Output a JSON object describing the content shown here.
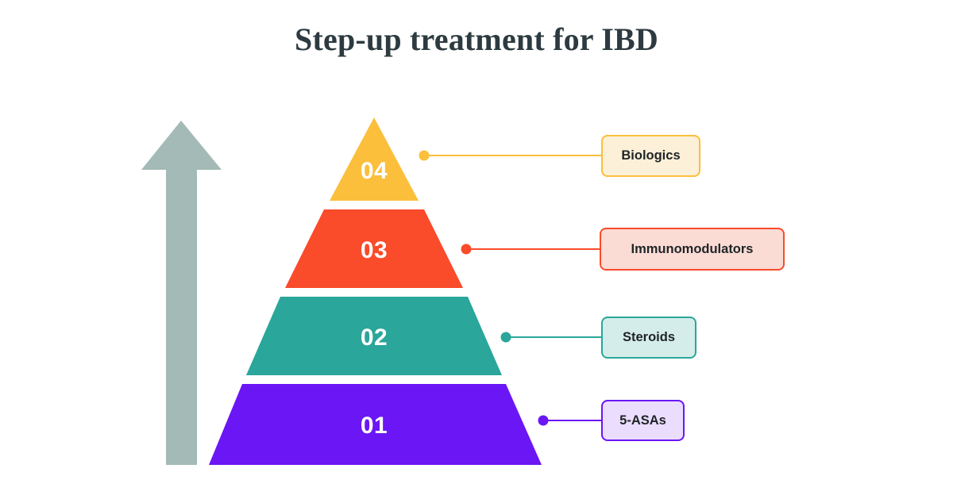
{
  "title": "Step-up treatment for IBD",
  "arrow": {
    "name": "upward-arrow",
    "color": "#A3BAB6",
    "direction": "up"
  },
  "colors": {
    "title": "#2D3B41",
    "background": "#FFFFFF",
    "arrow": "#A3BAB6"
  },
  "chart_data": {
    "type": "pyramid",
    "title": "Step-up treatment for IBD",
    "order": "bottom-to-top",
    "levels": [
      {
        "number": "01",
        "label": "5-ASAs",
        "fill": "#6B16F5",
        "box_fill": "#EADDFD",
        "box_border": "#6B16F5",
        "dot": "#6B16F5"
      },
      {
        "number": "02",
        "label": "Steroids",
        "fill": "#2AA69A",
        "box_fill": "#D5EDEA",
        "box_border": "#2AA69A",
        "dot": "#2AA69A"
      },
      {
        "number": "03",
        "label": "Immunomodulators",
        "fill": "#FA4B2A",
        "box_fill": "#FBDCD5",
        "box_border": "#FA4B2A",
        "dot": "#FA4B2A"
      },
      {
        "number": "04",
        "label": "Biologics",
        "fill": "#FBBF3C",
        "box_fill": "#FDF0D8",
        "box_border": "#FBBF3C",
        "dot": "#FBBF3C"
      }
    ]
  }
}
